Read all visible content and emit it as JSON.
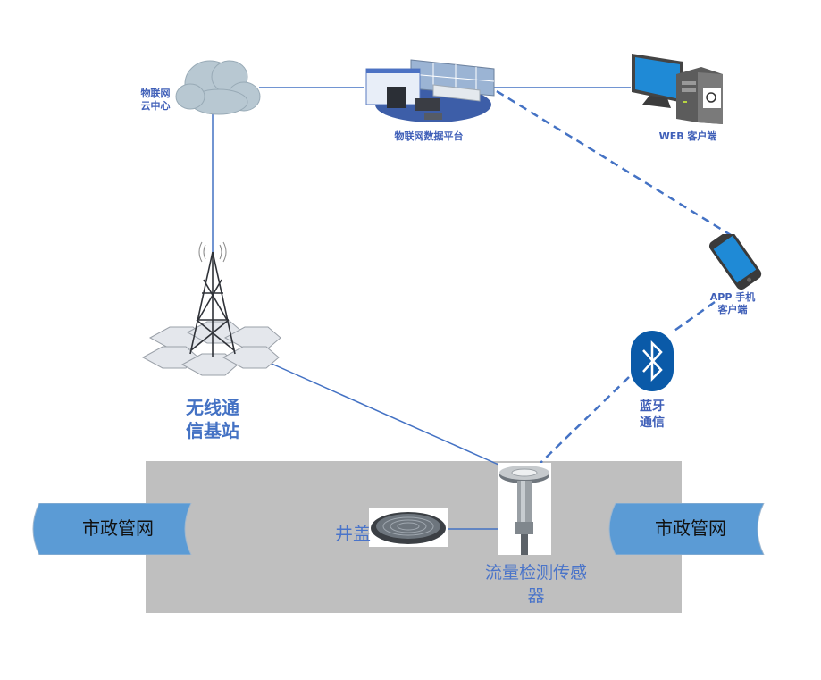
{
  "diagram": {
    "nodes": {
      "cloud": {
        "label_line1": "物联网",
        "label_line2": "云中心",
        "icon": "cloud-icon"
      },
      "platform": {
        "label": "物联网数据平台",
        "icon": "data-platform-icon"
      },
      "web_client": {
        "label": "WEB 客户端",
        "icon": "desktop-computer-icon"
      },
      "app_client": {
        "label_line1": "APP 手机",
        "label_line2": "客户端",
        "icon": "smartphone-icon"
      },
      "bluetooth": {
        "label_line1": "蓝牙",
        "label_line2": "通信",
        "icon": "bluetooth-icon"
      },
      "base_station": {
        "label_line1": "无线通",
        "label_line2": "信基站",
        "icon": "cell-tower-icon"
      },
      "manhole": {
        "label": "井盖",
        "icon": "manhole-cover-icon"
      },
      "sensor": {
        "label_line1": "流量检测传感",
        "label_line2": "器",
        "icon": "flow-sensor-icon"
      },
      "pipe_left": {
        "label": "市政管网"
      },
      "pipe_right": {
        "label": "市政管网"
      }
    },
    "connections": [
      {
        "from": "cloud",
        "to": "platform",
        "style": "solid"
      },
      {
        "from": "platform",
        "to": "web_client",
        "style": "solid"
      },
      {
        "from": "platform",
        "to": "app_client",
        "style": "dashed"
      },
      {
        "from": "cloud",
        "to": "base_station",
        "style": "solid"
      },
      {
        "from": "base_station",
        "to": "sensor",
        "style": "solid"
      },
      {
        "from": "app_client",
        "to": "bluetooth",
        "style": "dashed"
      },
      {
        "from": "bluetooth",
        "to": "sensor",
        "style": "dashed"
      },
      {
        "from": "manhole",
        "to": "sensor",
        "style": "solid"
      }
    ],
    "colors": {
      "line": "#4472c4",
      "pipe": "#5b9bd5",
      "ground": "#bfbfbf",
      "bluetooth": "#0a5aa8"
    }
  }
}
